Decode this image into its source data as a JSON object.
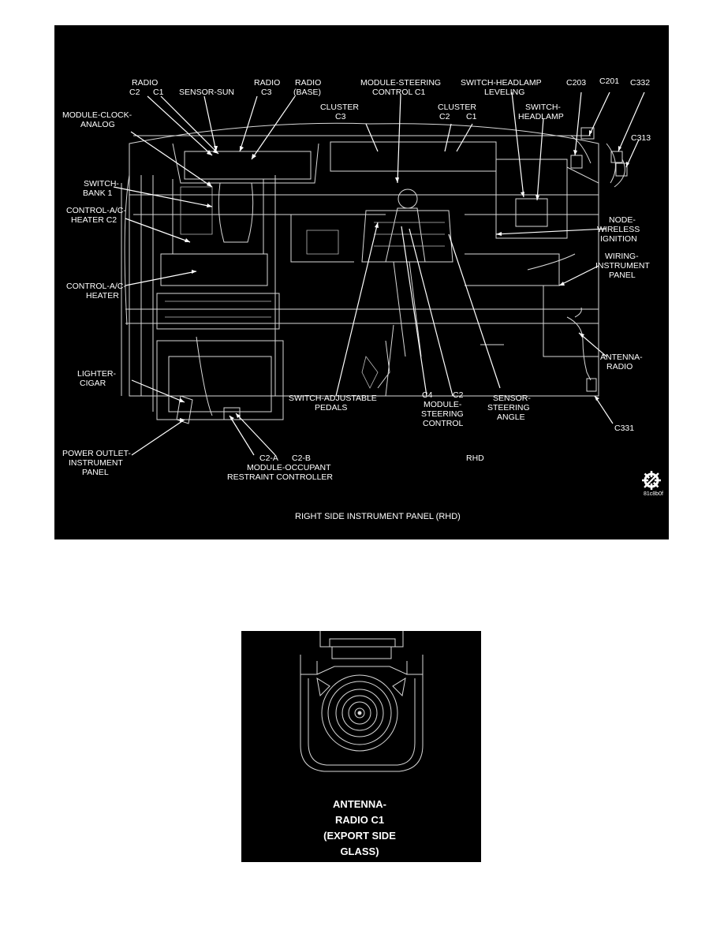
{
  "main_figure": {
    "labels": {
      "radio": "RADIO",
      "radio_c2": "C2",
      "radio_c1": "C1",
      "sensor_sun": "SENSOR-SUN",
      "radio2": "RADIO",
      "radio_c3": "C3",
      "radio3": "RADIO",
      "radio_base": "(BASE)",
      "module_steering_control_c1_l1": "MODULE-STEERING",
      "module_steering_control_c1_l2": "CONTROL C1",
      "switch_headlamp_leveling_l1": "SWITCH-HEADLAMP",
      "switch_headlamp_leveling_l2": "LEVELING",
      "c203": "C203",
      "c201": "C201",
      "c332": "C332",
      "cluster_l": "CLUSTER",
      "cluster_c3": "C3",
      "cluster_r": "CLUSTER",
      "cluster_c2": "C2",
      "cluster_c1": "C1",
      "switch_headlamp_l1": "SWITCH-",
      "switch_headlamp_l2": "HEADLAMP",
      "c313": "C313",
      "module_clock_l1": "MODULE-CLOCK-",
      "module_clock_l2": "ANALOG",
      "switch_bank_l1": "SWITCH-",
      "switch_bank_l2": "BANK 1",
      "control_ac_heater_c2_l1": "CONTROL-A/C-",
      "control_ac_heater_c2_l2": "HEATER C2",
      "node_wireless_l1": "NODE-",
      "node_wireless_l2": "WIRELESS",
      "node_wireless_l3": "IGNITION",
      "wiring_ip_l1": "WIRING-",
      "wiring_ip_l2": "INSTRUMENT",
      "wiring_ip_l3": "PANEL",
      "control_ac_heater_l1": "CONTROL-A/C-",
      "control_ac_heater_l2": "HEATER",
      "antenna_radio_l1": "ANTENNA-",
      "antenna_radio_l2": "RADIO",
      "lighter_l1": "LIGHTER-",
      "lighter_l2": "CIGAR",
      "switch_pedals_l1": "SWITCH-ADJUSTABLE",
      "switch_pedals_l2": "PEDALS",
      "msc_c4": "C4",
      "msc_c2": "C2",
      "msc_l1": "MODULE-",
      "msc_l2": "STEERING",
      "msc_l3": "CONTROL",
      "sensor_steering_l1": "SENSOR-",
      "sensor_steering_l2": "STEERING",
      "sensor_steering_l3": "ANGLE",
      "c331": "C331",
      "power_outlet_l1": "POWER OUTLET-",
      "power_outlet_l2": "INSTRUMENT",
      "power_outlet_l3": "PANEL",
      "mor_c2a": "C2-A",
      "mor_c2b": "C2-B",
      "mor_l1": "MODULE-OCCUPANT",
      "mor_l2": "RESTRAINT CONTROLLER",
      "rhd": "RHD",
      "figure_code": "81c8b0f"
    },
    "caption": "RIGHT SIDE INSTRUMENT PANEL (RHD)"
  },
  "detail_figure": {
    "caption_l1": "ANTENNA-",
    "caption_l2": "RADIO C1",
    "caption_l3": "(EXPORT SIDE",
    "caption_l4": "GLASS)"
  }
}
